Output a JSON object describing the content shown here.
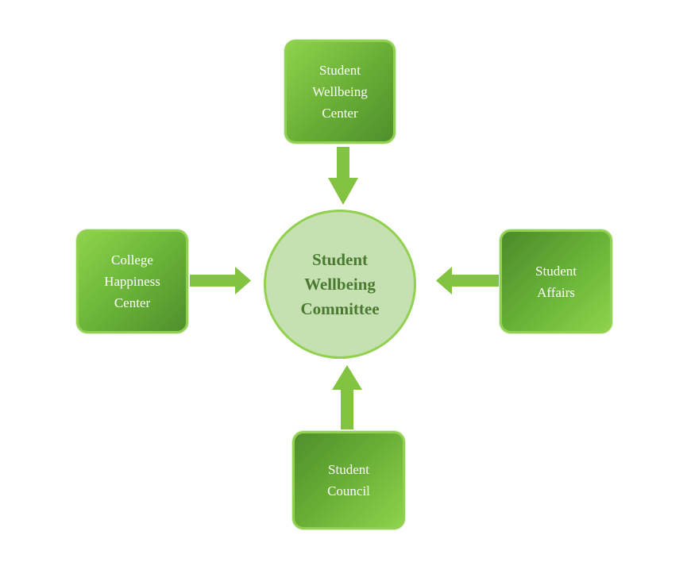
{
  "diagram": {
    "center": {
      "label": "Student\nWellbeing\nCommittee"
    },
    "nodes": {
      "top": {
        "label": "Student\nWellbeing\nCenter"
      },
      "left": {
        "label": "College\nHappiness\nCenter"
      },
      "right": {
        "label": "Student\nAffairs"
      },
      "bottom": {
        "label": "Student\nCouncil"
      }
    },
    "edges": [
      {
        "from": "Student Wellbeing Center",
        "to": "Student Wellbeing Committee"
      },
      {
        "from": "College Happiness Center",
        "to": "Student Wellbeing Committee"
      },
      {
        "from": "Student Affairs",
        "to": "Student Wellbeing Committee"
      },
      {
        "from": "Student Council",
        "to": "Student Wellbeing Committee"
      }
    ],
    "colors": {
      "box_fill_dark": "#4f8f2c",
      "box_fill_light": "#8ed34b",
      "box_border": "#92d050",
      "hub_fill": "#c5e1b2",
      "hub_text": "#4a7a30",
      "arrow": "#82c342"
    }
  }
}
